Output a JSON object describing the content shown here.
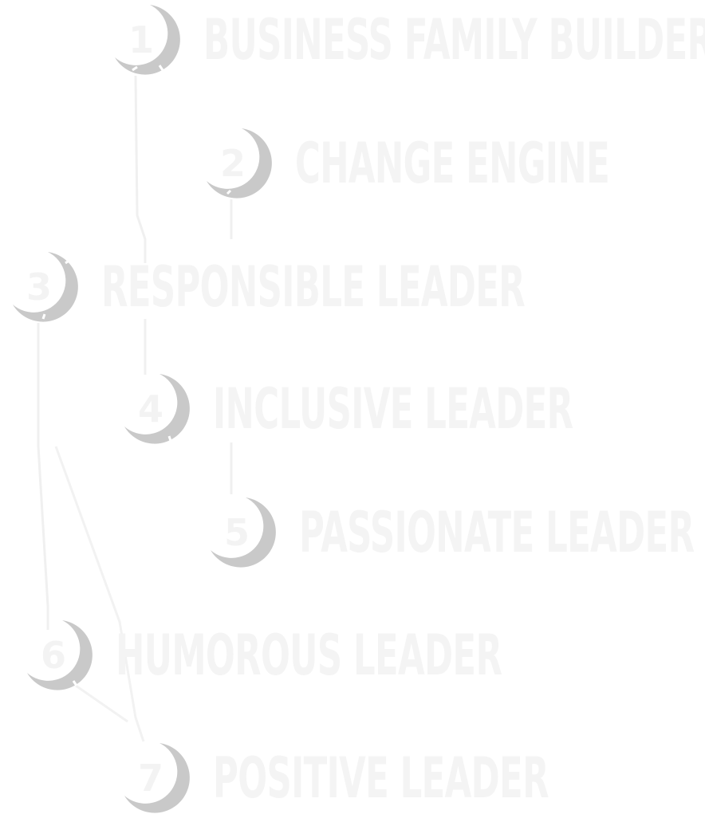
{
  "colors": {
    "ring": "#c9c9c9",
    "text": "#f4f4f4",
    "line": "#f1f1f1",
    "background": "#ffffff"
  },
  "steps": [
    {
      "number": "1",
      "label": "BUSINESS FAMILY BUILDER",
      "icon": "crescent-ring-icon"
    },
    {
      "number": "2",
      "label": "CHANGE ENGINE",
      "icon": "crescent-ring-icon"
    },
    {
      "number": "3",
      "label": "RESPONSIBLE LEADER",
      "icon": "crescent-ring-icon"
    },
    {
      "number": "4",
      "label": "INCLUSIVE LEADER",
      "icon": "crescent-ring-icon"
    },
    {
      "number": "5",
      "label": "PASSIONATE LEADER",
      "icon": "crescent-ring-icon"
    },
    {
      "number": "6",
      "label": "HUMOROUS LEADER",
      "icon": "crescent-ring-icon"
    },
    {
      "number": "7",
      "label": "POSITIVE LEADER",
      "icon": "crescent-ring-icon"
    }
  ]
}
